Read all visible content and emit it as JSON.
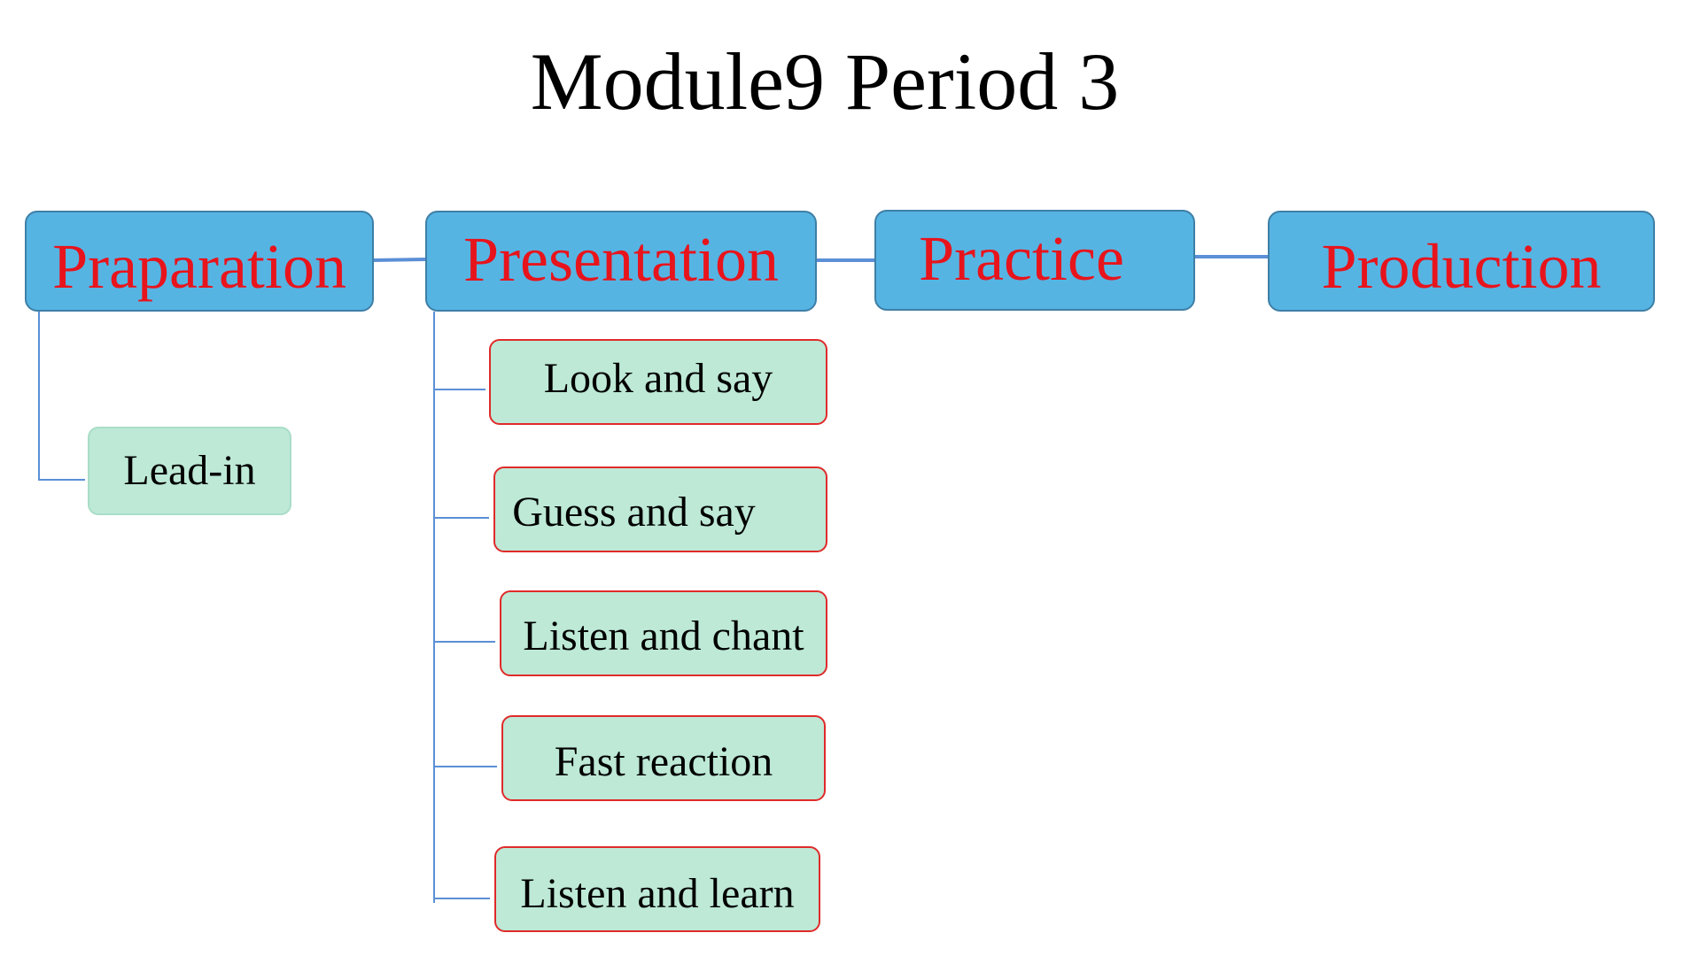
{
  "title": "Module9 Period 3",
  "stages": [
    {
      "label": "Praparation"
    },
    {
      "label": "Presentation"
    },
    {
      "label": "Practice"
    },
    {
      "label": "Production"
    }
  ],
  "preparation_steps": [
    {
      "label": "Lead-in"
    }
  ],
  "presentation_steps": [
    {
      "label": "Look and say"
    },
    {
      "label": "Guess and say"
    },
    {
      "label": "Listen and chant"
    },
    {
      "label": "Fast reaction"
    },
    {
      "label": "Listen and learn"
    }
  ],
  "colors": {
    "stage_fill": "#56b4e3",
    "stage_text": "#e8141c",
    "step_fill": "#bde9d6",
    "step_border": "#e02a2a",
    "connector": "#5b8fd6"
  }
}
